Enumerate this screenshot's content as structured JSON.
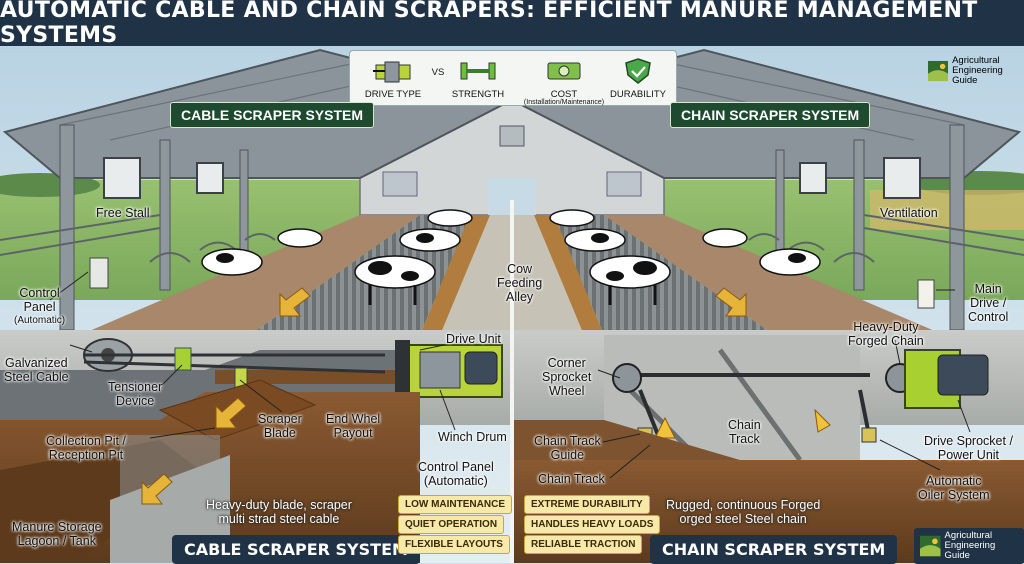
{
  "title": "AUTOMATIC CABLE AND CHAIN SCRAPERS: EFFICIENT MANURE MANAGEMENT SYSTEMS",
  "legend": {
    "drive_type": "DRIVE TYPE",
    "vs": "VS",
    "strength": "STRENGTH",
    "cost": "COST",
    "cost_sub": "(Installation/Maintenance)",
    "durability": "DURABILITY"
  },
  "logo_top": {
    "line1": "Agricultural",
    "line2": "Engineering Guide"
  },
  "logo_bottom": {
    "line1": "Agricultural",
    "line2": "Engineering Guide"
  },
  "tags": {
    "cable_top": "CABLE SCRAPER SYSTEM",
    "chain_top": "CHAIN SCRAPER SYSTEM",
    "cable_bottom": "CABLE SCRAPER SYSTEM",
    "chain_bottom": "CHAIN SCRAPER SYSTEM"
  },
  "labels": {
    "free_stall": "Free Stall",
    "ventilation": "Ventilation",
    "control_panel_1": "Control",
    "control_panel_2": "Panel",
    "control_panel_3": "(Automatic)",
    "cow_alley_1": "Cow",
    "cow_alley_2": "Feeding",
    "cow_alley_3": "Alley",
    "main_drive_1": "Main",
    "main_drive_2": "Drive /",
    "main_drive_3": "Control",
    "heavy_chain_1": "Heavy-Duty",
    "heavy_chain_2": "Forged Chain",
    "galv_1": "Galvanized",
    "galv_2": "Steel Cable",
    "drive_unit": "Drive Unit",
    "tensioner_1": "Tensioner",
    "tensioner_2": "Device",
    "scraper_1": "Scraper",
    "scraper_2": "Blade",
    "end_wheel_1": "End Whel",
    "end_wheel_2": "Payout",
    "corner_1": "Corner",
    "corner_2": "Sprocket",
    "corner_3": "Wheel",
    "chain_track_mid_1": "Chain",
    "chain_track_mid_2": "Track",
    "collection_1": "Collection Pit /",
    "collection_2": "Reception Pit",
    "winch_drum": "Winch Drum",
    "chain_track_guide_1": "Chain Track",
    "chain_track_guide_2": "Guide",
    "chain_track_low": "Chain Track",
    "drive_sprocket_1": "Drive Sprocket /",
    "drive_sprocket_2": "Power Unit",
    "control_panel_b1": "Control Panel",
    "control_panel_b2": "(Automatic)",
    "auto_oiler_1": "Automatic",
    "auto_oiler_2": "Oiler System",
    "manure_1": "Manure Storage",
    "manure_2": "Lagoon / Tank",
    "cable_desc_1": "Heavy-duty blade, scraper",
    "cable_desc_2": "multi strad steel cable",
    "chain_desc_1": "Rugged, continuous Forged",
    "chain_desc_2": "orged steel Steel chain"
  },
  "features_cable": [
    "LOW MAINTENANCE",
    "QUIET OPERATION",
    "FLEXIBLE LAYOUTS"
  ],
  "features_chain": [
    "EXTREME DURABILITY",
    "HANDLES HEAVY LOADS",
    "RELIABLE TRACTION"
  ],
  "colors": {
    "title_bg": "#1f3246",
    "tag_bg": "#1e4a30",
    "feature_bg": "#f7e9a8",
    "manure": "#7a4a22",
    "steel": "#5d6670",
    "drive_green": "#9ccc2c"
  }
}
